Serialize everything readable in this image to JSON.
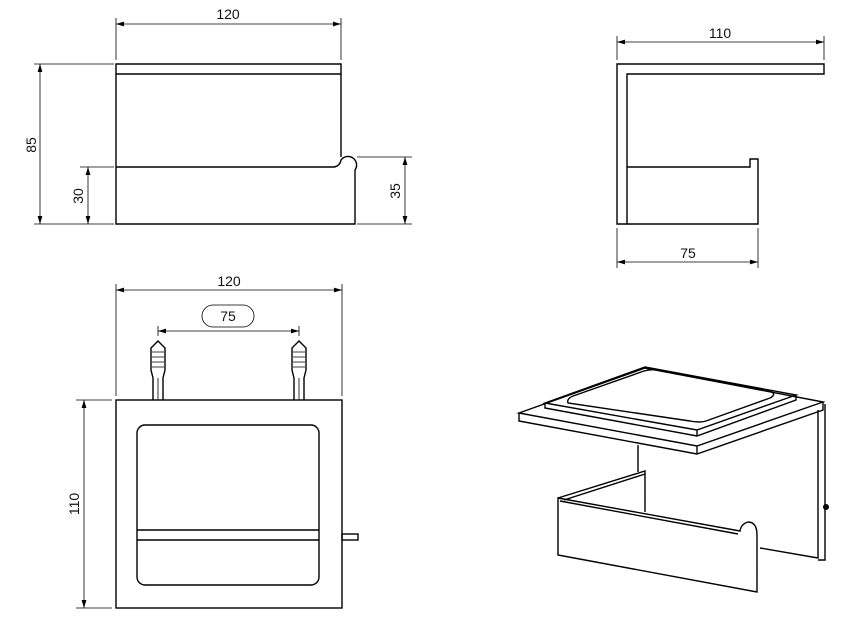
{
  "front_view": {
    "width_label": "120",
    "height_label": "85",
    "lower_label": "30",
    "right_label": "35"
  },
  "side_view": {
    "top_label": "110",
    "bottom_label": "75"
  },
  "wall_view": {
    "width_label": "120",
    "anchor_spacing_label": "75",
    "height_label": "110"
  },
  "iso_view": {}
}
